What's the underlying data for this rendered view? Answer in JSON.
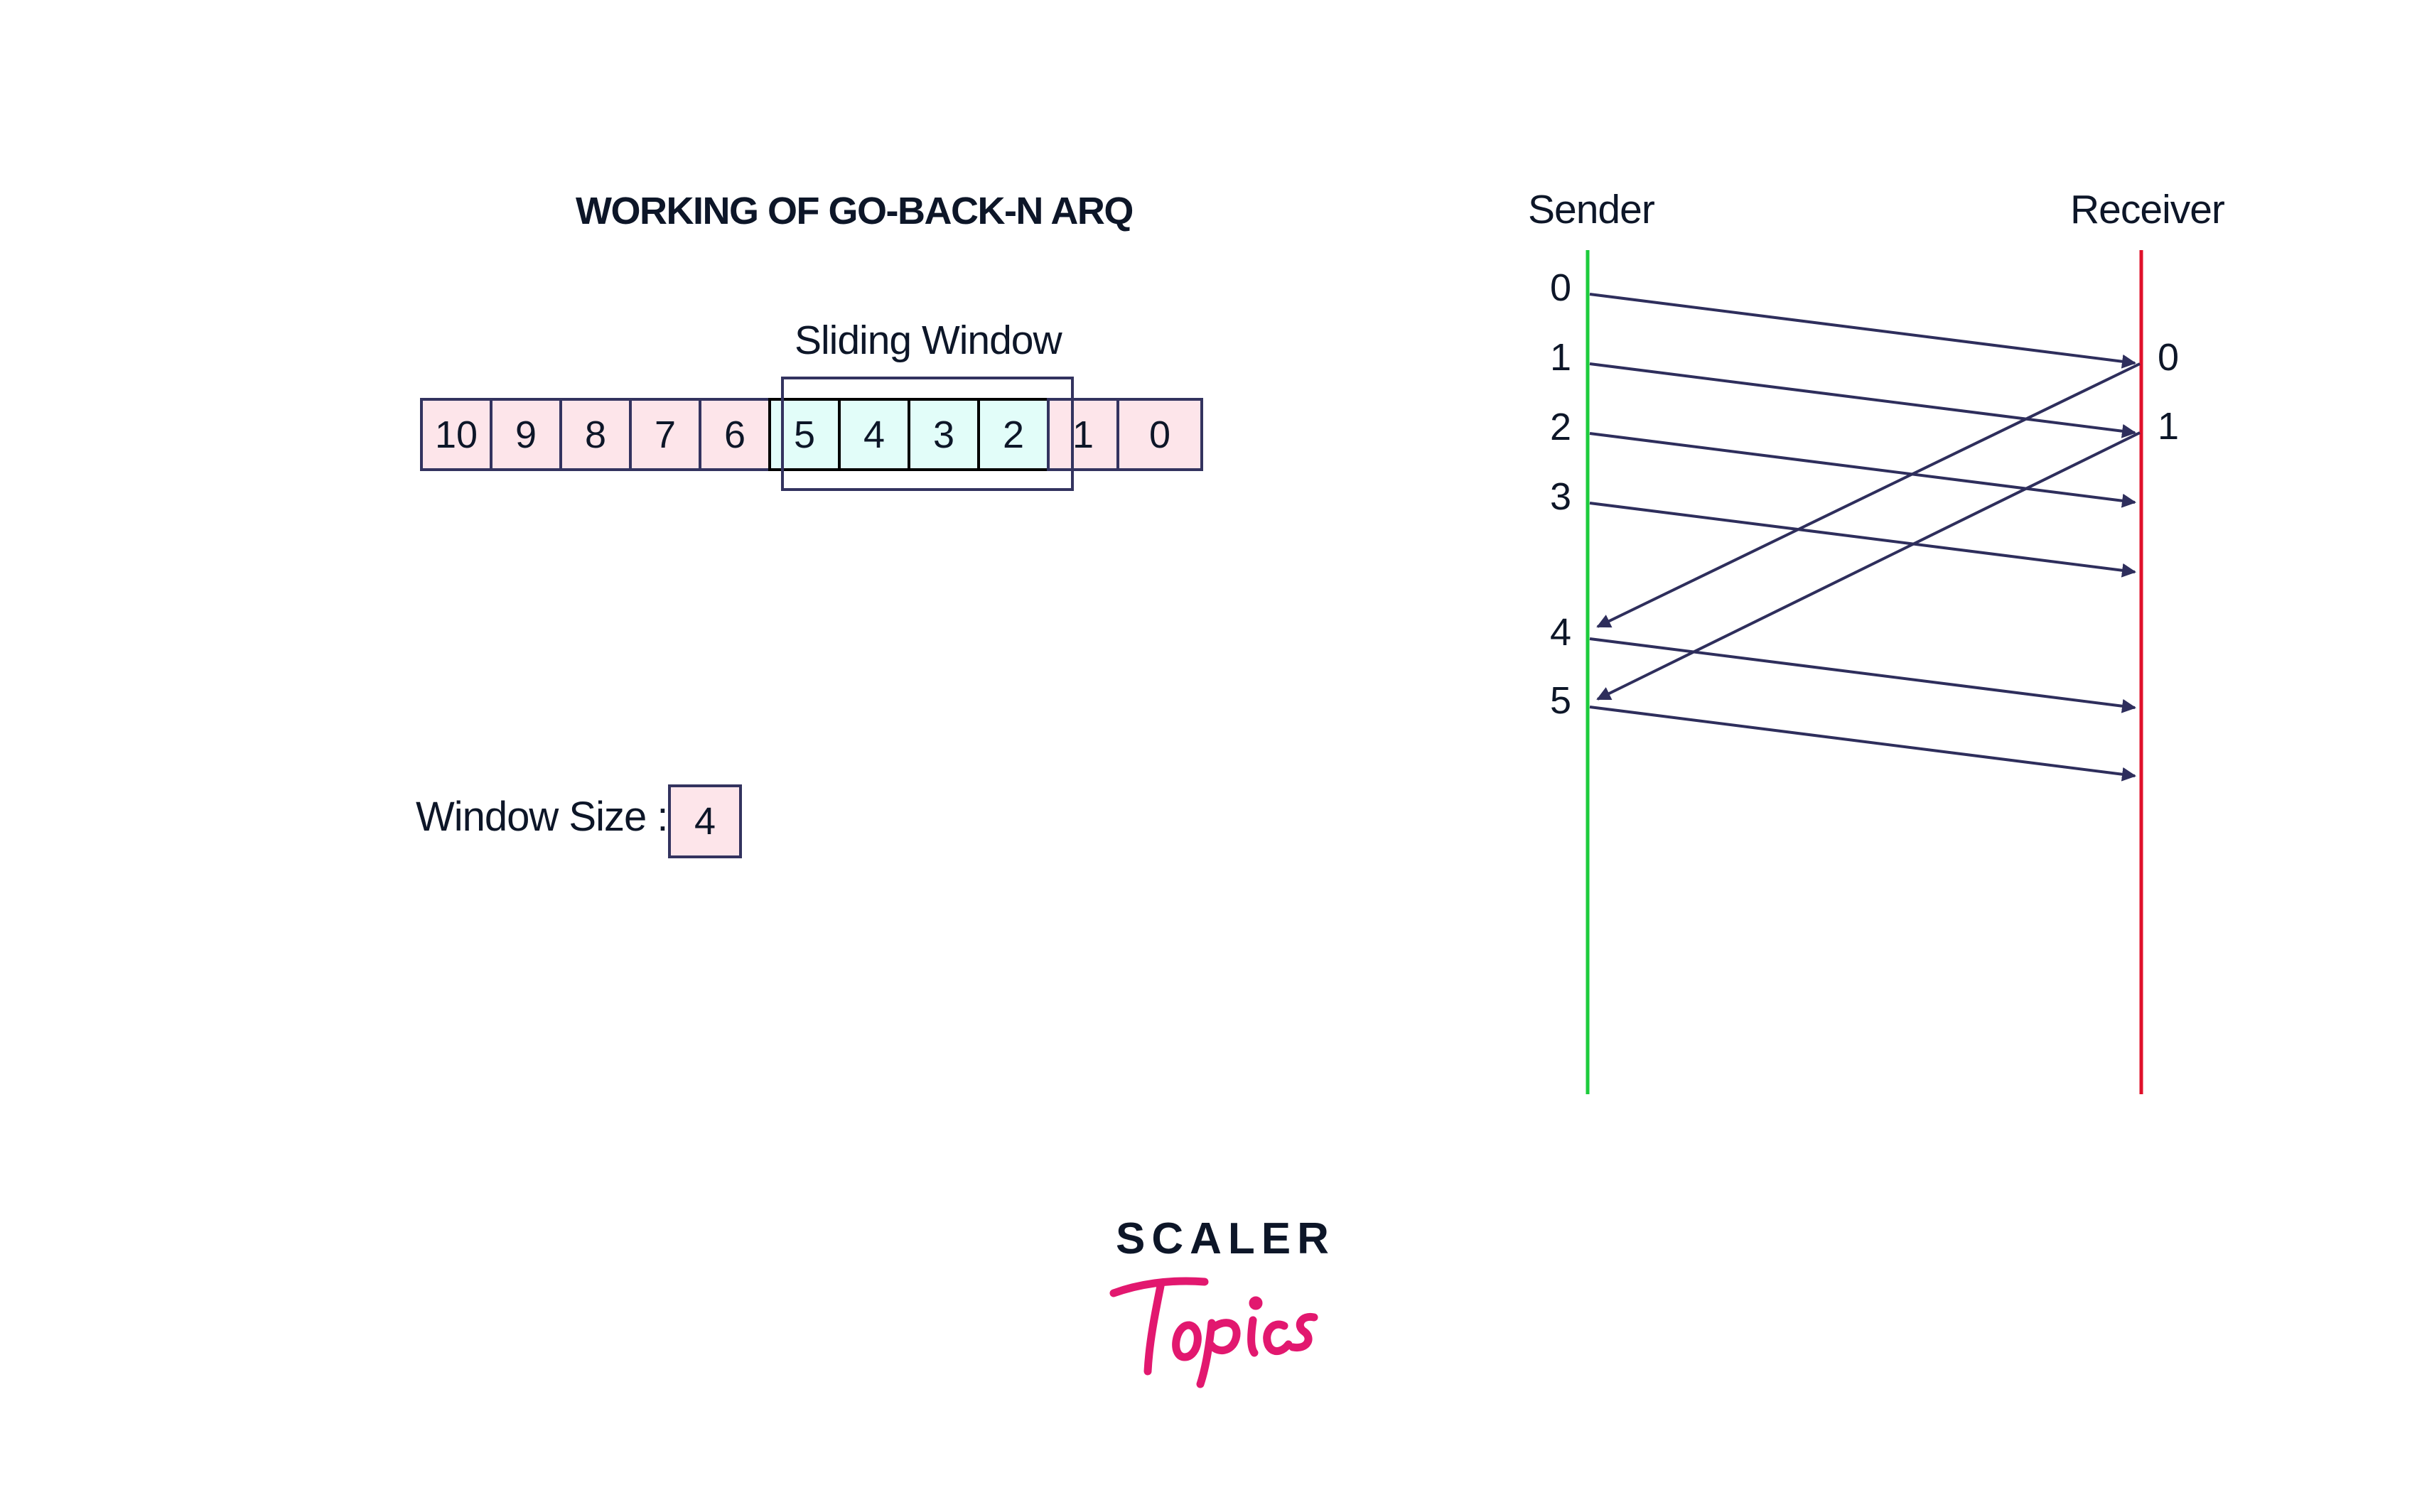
{
  "title": "WORKING OF GO-BACK-N ARQ",
  "sliding_window": {
    "label": "Sliding Window",
    "frames": [
      "10",
      "9",
      "8",
      "7",
      "6",
      "5",
      "4",
      "3",
      "2",
      "1",
      "0"
    ],
    "window_frames": [
      "5",
      "4",
      "3",
      "2"
    ]
  },
  "window_size": {
    "label": "Window Size :",
    "value": "4"
  },
  "timeline": {
    "sender_label": "Sender",
    "receiver_label": "Receiver",
    "sender_sequence": [
      "0",
      "1",
      "2",
      "3",
      "4",
      "5"
    ],
    "receiver_sequence": [
      "0",
      "1"
    ],
    "frames": [
      {
        "from": "sender",
        "seq": "0",
        "to": "receiver",
        "received_as": "0"
      },
      {
        "from": "sender",
        "seq": "1",
        "to": "receiver",
        "received_as": "1"
      },
      {
        "from": "sender",
        "seq": "2",
        "to": "receiver"
      },
      {
        "from": "sender",
        "seq": "3",
        "to": "receiver"
      },
      {
        "from": "sender",
        "seq": "4",
        "to": "receiver"
      },
      {
        "from": "sender",
        "seq": "5",
        "to": "receiver"
      }
    ],
    "acks": [
      {
        "from_receiver_seq": "0",
        "arrives_before_sender_seq": "4"
      },
      {
        "from_receiver_seq": "1",
        "arrives_before_sender_seq": "5"
      }
    ],
    "colors": {
      "sender_line": "#1dcc3c",
      "receiver_line": "#e0102a",
      "arrow": "#2e2e5c"
    }
  },
  "logo": {
    "brand": "SCALER",
    "sub": "Topics",
    "brand_color": "#0d1628",
    "sub_color": "#e2186f"
  },
  "colors": {
    "cell_fill": "#fde5ea",
    "window_cell_fill": "#e2fdf9",
    "border": "#33335f"
  }
}
